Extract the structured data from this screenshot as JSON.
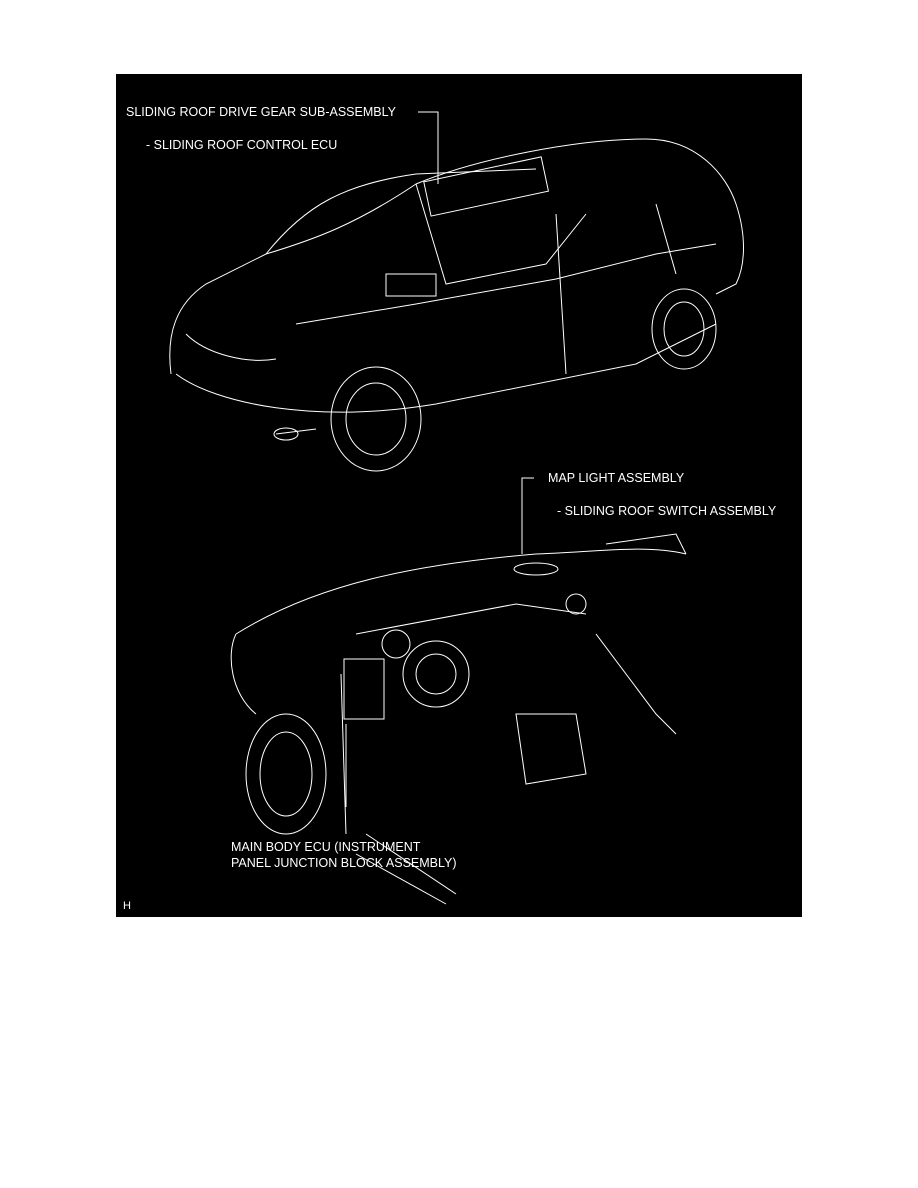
{
  "labels": {
    "drive_gear": "SLIDING ROOF DRIVE GEAR SUB-ASSEMBLY",
    "control_ecu": "- SLIDING ROOF CONTROL ECU",
    "map_light": "MAP LIGHT ASSEMBLY",
    "roof_switch": "- SLIDING ROOF SWITCH ASSEMBLY",
    "main_body_ecu_line1": "MAIN BODY ECU (INSTRUMENT",
    "main_body_ecu_line2": "PANEL JUNCTION BLOCK ASSEMBLY)",
    "corner_code": "H"
  },
  "colors": {
    "background": "#000000",
    "line": "#ffffff"
  }
}
